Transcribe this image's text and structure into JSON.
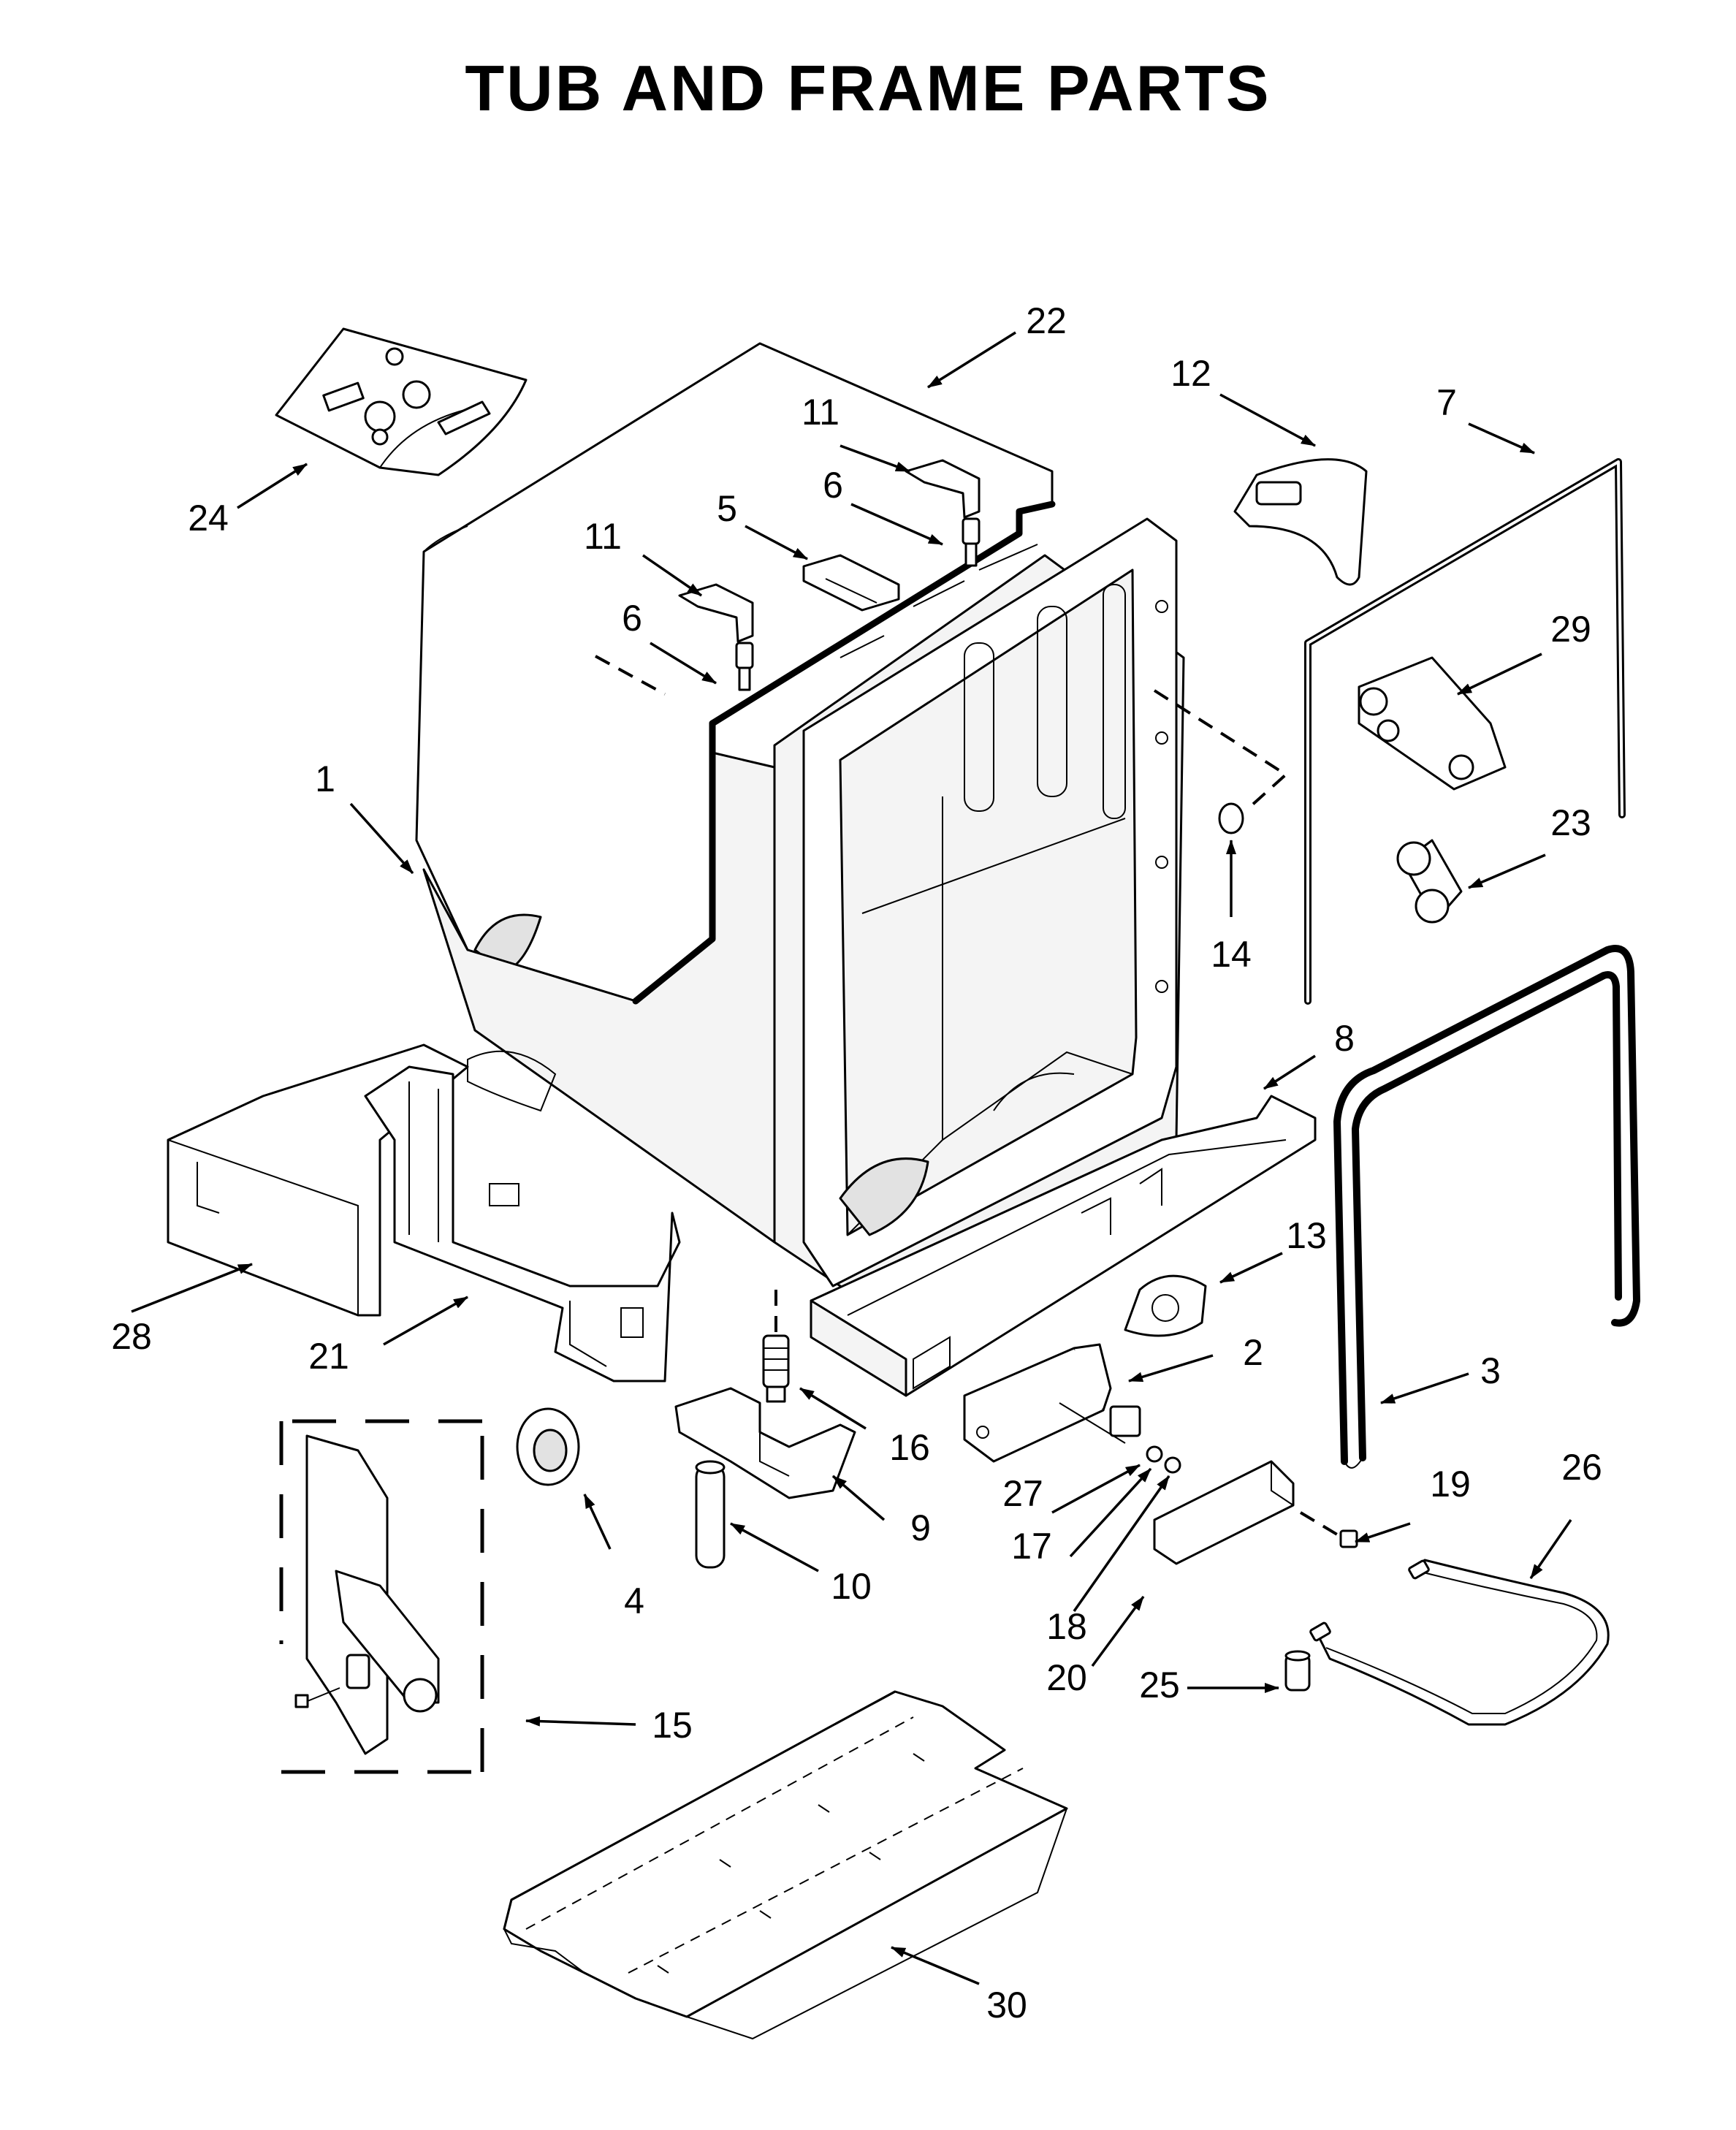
{
  "title": "TUB AND FRAME PARTS",
  "callouts": [
    {
      "id": "1",
      "label": "1"
    },
    {
      "id": "2",
      "label": "2"
    },
    {
      "id": "3",
      "label": "3"
    },
    {
      "id": "4",
      "label": "4"
    },
    {
      "id": "5",
      "label": "5"
    },
    {
      "id": "6a",
      "label": "6"
    },
    {
      "id": "6b",
      "label": "6"
    },
    {
      "id": "7",
      "label": "7"
    },
    {
      "id": "8",
      "label": "8"
    },
    {
      "id": "9",
      "label": "9"
    },
    {
      "id": "10",
      "label": "10"
    },
    {
      "id": "11a",
      "label": "11"
    },
    {
      "id": "11b",
      "label": "11"
    },
    {
      "id": "12",
      "label": "12"
    },
    {
      "id": "13",
      "label": "13"
    },
    {
      "id": "14",
      "label": "14"
    },
    {
      "id": "15",
      "label": "15"
    },
    {
      "id": "16",
      "label": "16"
    },
    {
      "id": "17",
      "label": "17"
    },
    {
      "id": "18",
      "label": "18"
    },
    {
      "id": "19",
      "label": "19"
    },
    {
      "id": "20",
      "label": "20"
    },
    {
      "id": "21",
      "label": "21"
    },
    {
      "id": "22",
      "label": "22"
    },
    {
      "id": "23",
      "label": "23"
    },
    {
      "id": "24",
      "label": "24"
    },
    {
      "id": "25",
      "label": "25"
    },
    {
      "id": "26",
      "label": "26"
    },
    {
      "id": "27",
      "label": "27"
    },
    {
      "id": "28",
      "label": "28"
    },
    {
      "id": "29",
      "label": "29"
    },
    {
      "id": "30",
      "label": "30"
    }
  ]
}
